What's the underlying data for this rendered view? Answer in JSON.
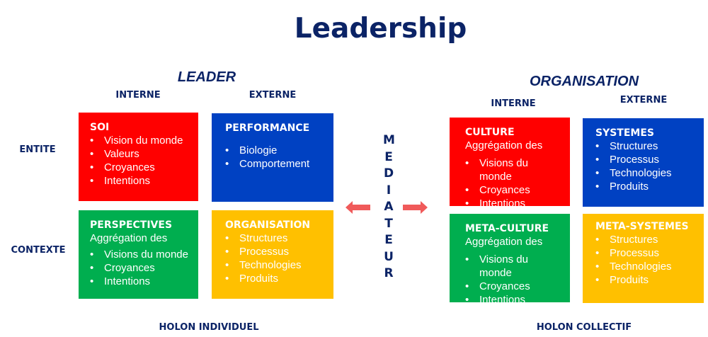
{
  "title": "Leadership",
  "leader": {
    "heading": "LEADER",
    "col_interne": "INTERNE",
    "col_externe": "EXTERNE",
    "row_entite": "ENTITE",
    "row_contexte": "CONTEXTE",
    "holon": "HOLON INDIVIDUEL",
    "boxes": {
      "soi": {
        "title": "SOI",
        "items": [
          "Vision du monde",
          "Valeurs",
          "Croyances",
          "Intentions"
        ],
        "color": "#ff0000"
      },
      "performance": {
        "title": "PERFORMANCE",
        "items": [
          "Biologie",
          "Comportement"
        ],
        "color": "#0041c2"
      },
      "perspectives": {
        "title": "PERSPECTIVES",
        "subtitle": "Aggrégation des",
        "items": [
          "Visions du monde",
          "Croyances",
          "Intentions"
        ],
        "color": "#00ae4f"
      },
      "organisation": {
        "title": "ORGANISATION",
        "items": [
          "Structures",
          "Processus",
          "Technologies",
          "Produits"
        ],
        "color": "#ffc000"
      }
    }
  },
  "mediateur": {
    "letters": [
      "M",
      "E",
      "D",
      "I",
      "A",
      "T",
      "E",
      "U",
      "R"
    ],
    "arrow_color": "#f05a5a"
  },
  "organisation": {
    "heading": "ORGANISATION",
    "col_interne": "INTERNE",
    "col_externe": "EXTERNE",
    "holon": "HOLON COLLECTIF",
    "boxes": {
      "culture": {
        "title": "CULTURE",
        "subtitle": "Aggrégation des",
        "items": [
          "Visions du monde",
          "Croyances",
          "Intentions"
        ],
        "color": "#ff0000"
      },
      "systemes": {
        "title": "SYSTEMES",
        "items": [
          "Structures",
          "Processus",
          "Technologies",
          "Produits"
        ],
        "color": "#0041c2"
      },
      "meta_culture": {
        "title": "META-CULTURE",
        "subtitle": "Aggrégation des",
        "items": [
          "Visions du monde",
          "Croyances",
          "Intentions"
        ],
        "color": "#00ae4f"
      },
      "meta_systemes": {
        "title": "META-SYSTEMES",
        "items": [
          "Structures",
          "Processus",
          "Technologies",
          "Produits"
        ],
        "color": "#ffc000"
      }
    }
  }
}
